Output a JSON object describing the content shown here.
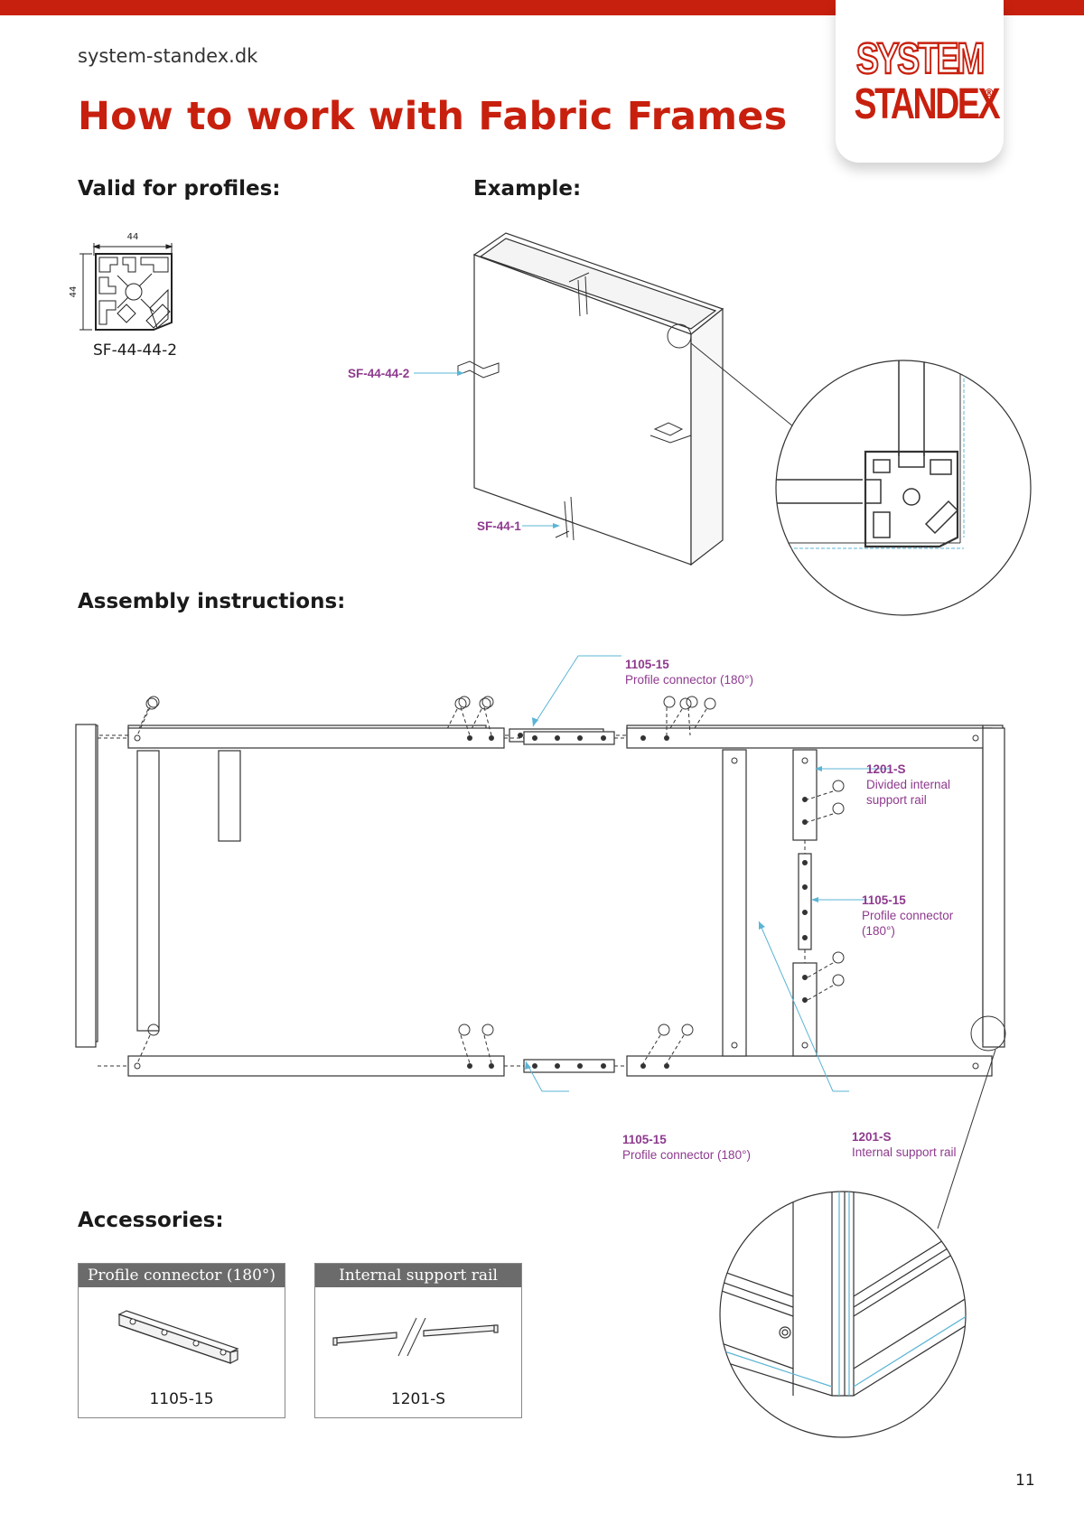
{
  "header": {
    "site": "system-standex.dk",
    "title": "How to work with Fabric Frames",
    "logo_line1": "SYSTEM",
    "logo_line2": "STANDEX",
    "logo_reg": "®"
  },
  "sections": {
    "valid_for": "Valid for profiles:",
    "example": "Example:",
    "assembly": "Assembly instructions:",
    "accessories": "Accessories:"
  },
  "profile": {
    "dim_top": "44",
    "dim_side": "44",
    "name": "SF-44-44-2"
  },
  "example_callouts": {
    "profile": "SF-44-44-2",
    "connector": "SF-44-1"
  },
  "assembly_callouts": {
    "c1_code": "1105-15",
    "c1_desc": "Profile connector (180°)",
    "c2_code": "1201-S",
    "c2_desc_1": "Divided internal",
    "c2_desc_2": "support rail",
    "c3_code": "1105-15",
    "c3_desc_1": "Profile connector",
    "c3_desc_2": "(180°)",
    "c4_code": "1105-15",
    "c4_desc": "Profile connector (180°)",
    "c5_code": "1201-S",
    "c5_desc": "Internal support rail"
  },
  "accessories": [
    {
      "title": "Profile connector (180°)",
      "code": "1105-15"
    },
    {
      "title": "Internal support rail",
      "code": "1201-S"
    }
  ],
  "page_number": "11",
  "colors": {
    "brand_red": "#c8200e",
    "callout_purple": "#8e3a8e",
    "leader_blue": "#5bb5d5"
  }
}
